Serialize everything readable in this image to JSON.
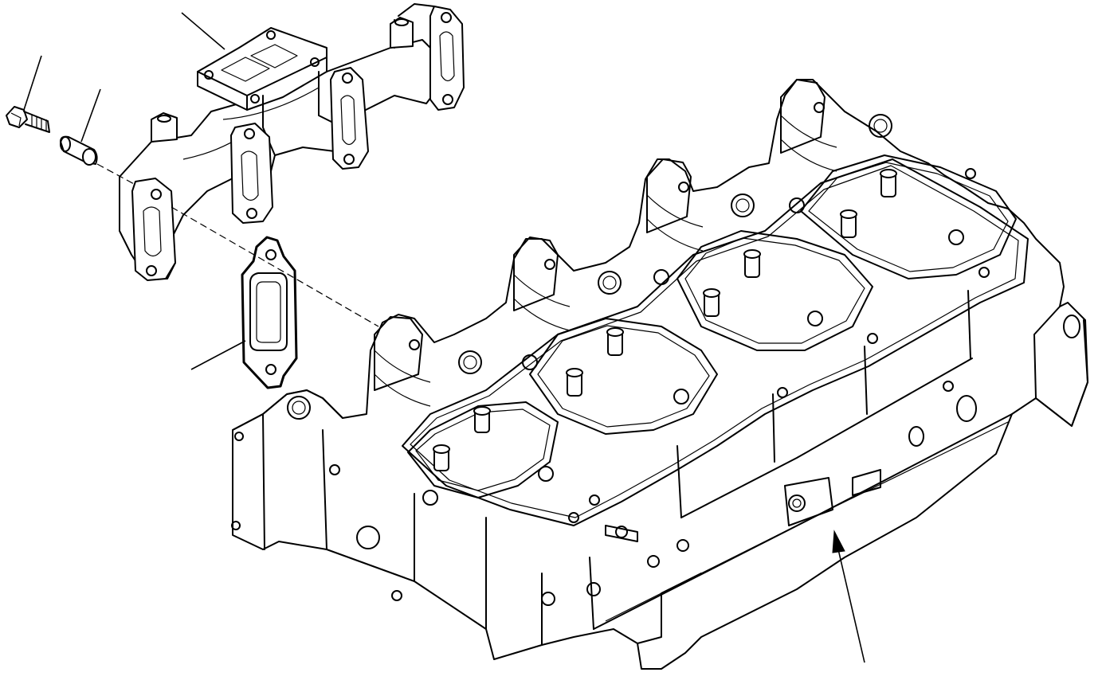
{
  "diagram": {
    "kind": "exploded parts view",
    "parts": [
      {
        "id": "cylinder-head",
        "label": ""
      },
      {
        "id": "exhaust-manifold",
        "label": ""
      },
      {
        "id": "manifold-gasket",
        "label": ""
      },
      {
        "id": "flange-bolt",
        "label": ""
      },
      {
        "id": "spacer-collar",
        "label": ""
      }
    ],
    "callout_labels": [],
    "line_color": "#000000",
    "background_color": "#ffffff"
  }
}
